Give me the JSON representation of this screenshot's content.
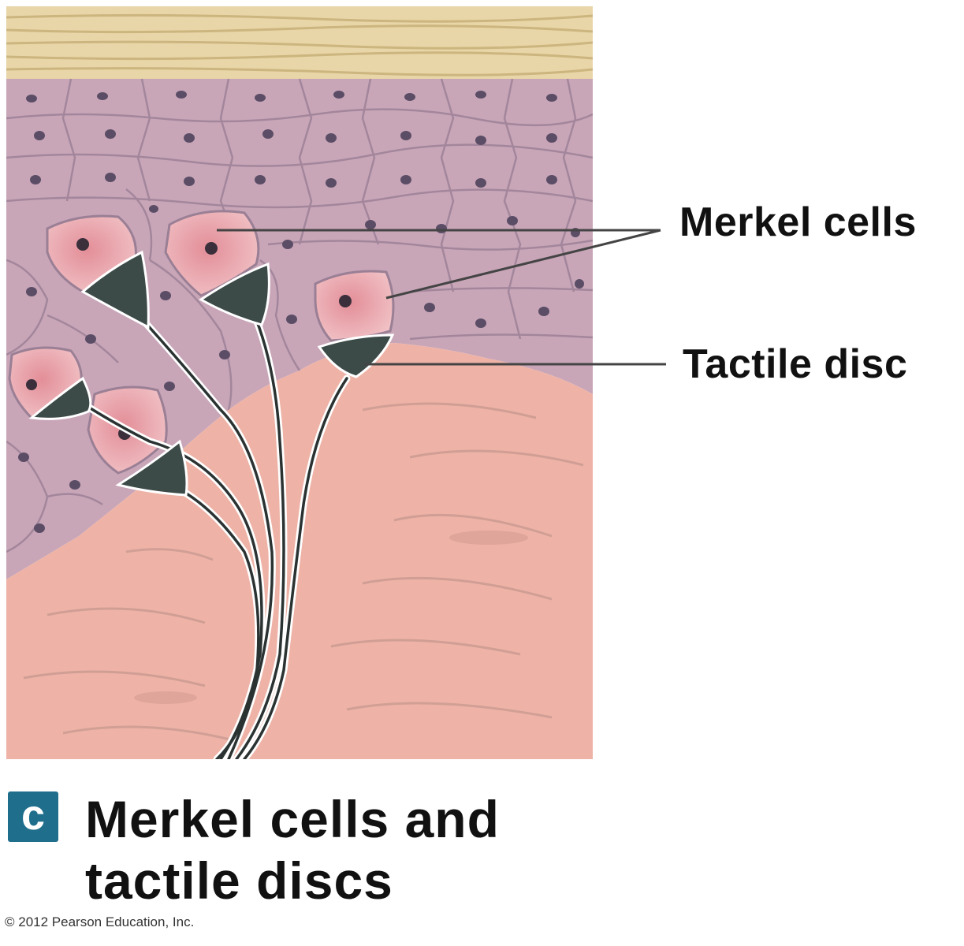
{
  "labels": {
    "merkel_cells": "Merkel cells",
    "tactile_disc": "Tactile disc"
  },
  "panel": {
    "letter": "c",
    "caption_line1": "Merkel cells and",
    "caption_line2": "tactile discs"
  },
  "copyright": "© 2012 Pearson Education, Inc.",
  "colors": {
    "stratum_corneum": "#e8d6a8",
    "epidermis": "#c8a6b8",
    "merkel_cell": "#e4a0a8",
    "tactile_disc": "#3c4a48",
    "dermis": "#eeb3a6",
    "badge": "#1f6e8c"
  }
}
